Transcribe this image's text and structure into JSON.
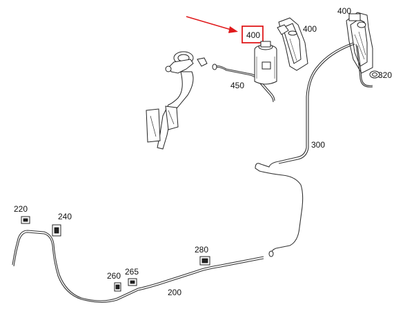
{
  "labels": {
    "p400_highlight": "400",
    "p400_a": "400",
    "p400_b": "400",
    "p450": "450",
    "p320": "320",
    "p300": "300",
    "p220": "220",
    "p240": "240",
    "p280": "280",
    "p260": "260",
    "p265": "265",
    "p200": "200"
  },
  "colors": {
    "highlight": "#e0191b",
    "line": "#333333"
  }
}
